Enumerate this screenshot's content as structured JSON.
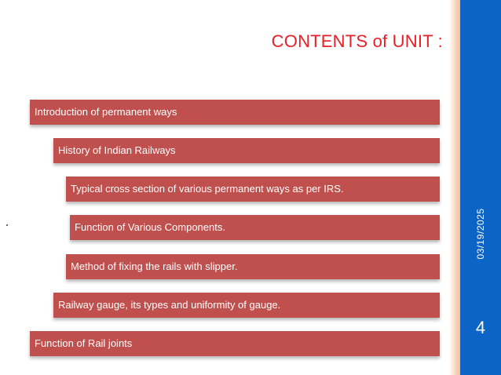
{
  "slide": {
    "title": "CONTENTS of UNIT :",
    "items": [
      "Introduction of permanent ways",
      "History of Indian Railways",
      "Typical cross section of various permanent ways as per IRS.",
      " Function of Various Components.",
      "Method of fixing the rails with slipper.",
      "Railway gauge, its types and uniformity of gauge.",
      "Function of Rail joints"
    ],
    "date": "03/19/2025",
    "page_number": "4"
  },
  "colors": {
    "title": "#e8202a",
    "item_fill": "#c0504d",
    "sidebar": "#0c64c6"
  }
}
